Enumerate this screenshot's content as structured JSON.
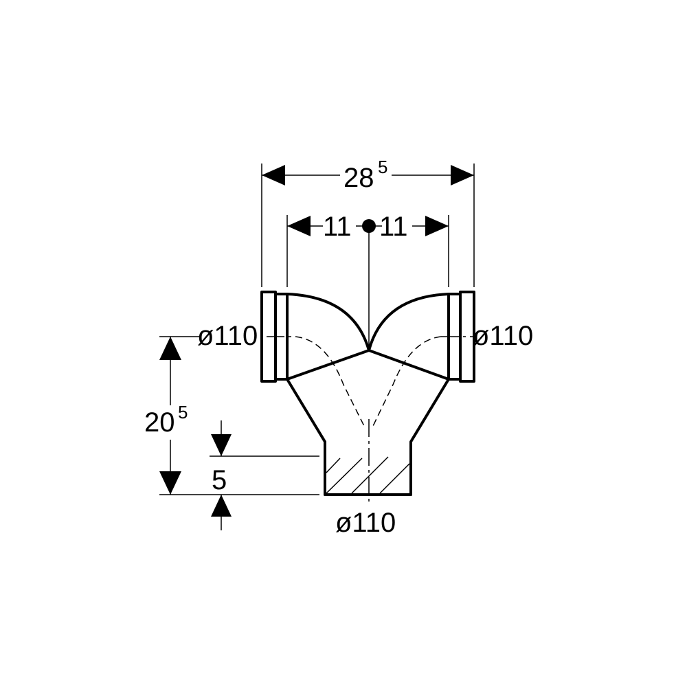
{
  "dimensions": {
    "overall_width": {
      "main": "28",
      "sup": "5"
    },
    "spacing_left": "11",
    "spacing_right": "11",
    "height": {
      "main": "20",
      "sup": "5"
    },
    "socket_depth": "5"
  },
  "diameters": {
    "left_inlet": "ø110",
    "right_inlet": "ø110",
    "outlet": "ø110"
  }
}
